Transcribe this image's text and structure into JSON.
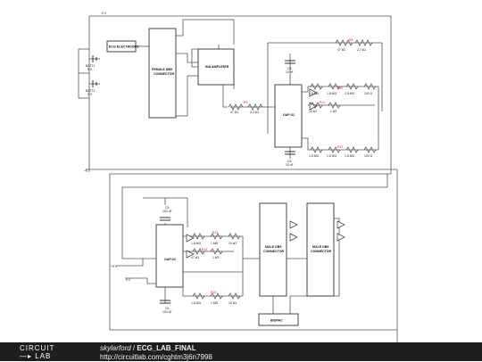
{
  "circuit": {
    "supply_neg": "-9 V",
    "supply_pos": "+9 V",
    "batt1": {
      "name": "BATT1",
      "value": "9 V"
    },
    "batt2": {
      "name": "BATT2",
      "value": "9 V"
    },
    "ecg_electrodes": "ECG ELECTRODES",
    "female_db9": "FEMALE DB9 CONNECTOR",
    "ina": "INA AMPLIFIER",
    "opamp1": "OAP-01",
    "opamp2": "OAP-02",
    "male_db9_1": "MALE DB9 CONNECTOR",
    "male_db9_2": "MALE DB9 CONNECTOR",
    "biopac": "BIOPAC",
    "top_block": {
      "r1_name": "R8",
      "r1": "47 kΩ",
      "r2": "2.7 kΩ",
      "c_top": {
        "name": "C3",
        "value": "10 nF"
      },
      "c_bot": {
        "name": "C4",
        "value": "10 nF"
      },
      "rin_name": "R9",
      "rin1": "47 kΩ",
      "rin2": "2.2 kΩ",
      "f1_name": "R10",
      "f1_vals": [
        "1.8 MΩ",
        "1.8 MΩ",
        "1.8 MΩ",
        "100 Ω"
      ],
      "f2_name": "R11",
      "f2_vals": [
        "10 kΩ",
        "1 kΩ"
      ],
      "f3_name": "R12",
      "f3_vals": [
        "1.8 MΩ",
        "1.8 MΩ",
        "1.8 MΩ",
        "100 Ω"
      ]
    },
    "bottom_block": {
      "c_top": {
        "name": "C5",
        "value": "100 nF"
      },
      "c_bot": {
        "name": "C6",
        "value": "100 nF"
      },
      "r_a_name": "R13",
      "r_a_vals": [
        "1.8 MΩ",
        "1 MΩ",
        "10 kΩ"
      ],
      "r_b_name": "R14",
      "r_b_vals": [
        "47 kΩ",
        "1 kΩ"
      ],
      "r_c_name": "R15",
      "r_c_vals": [
        "1.8 MΩ",
        "1 MΩ",
        "10 kΩ"
      ]
    }
  },
  "footer": {
    "logo_top": "CIRCUIT",
    "logo_bottom": "LAB",
    "author": "skylarford",
    "separator": " / ",
    "project": "ECG_LAB_FINAL",
    "url": "http://circuitlab.com/cghtm3j6n7998"
  }
}
